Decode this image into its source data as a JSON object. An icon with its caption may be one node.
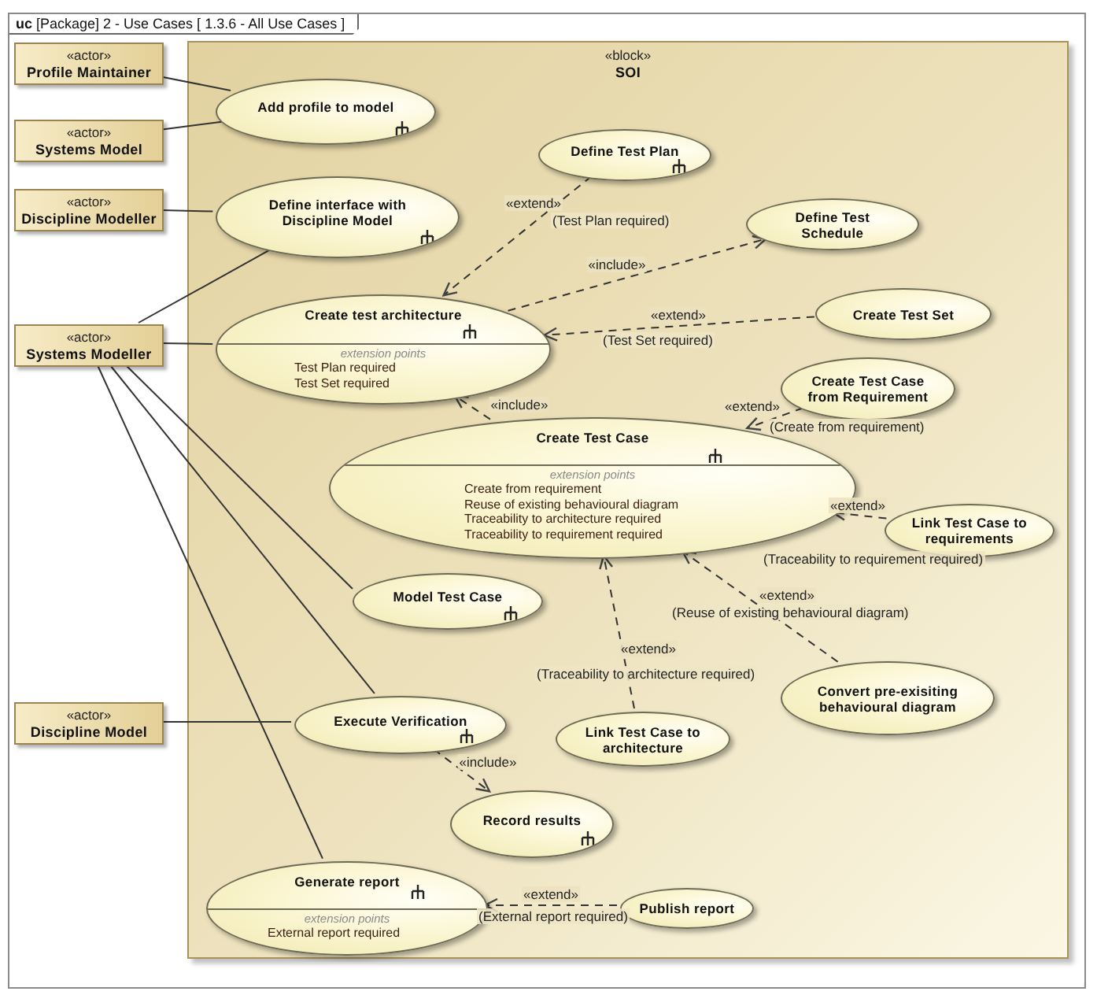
{
  "diagram": {
    "nodes": [
      {
        "text": [
          "**uc** [Package] 2 - Use Cases [ 1.3.6 - All Use Cases ]"
        ]
      },
      {
        "text": [
          "«block»",
          "SOI"
        ],
        "in": 0
      },
      {
        "text": [
          "«actor»",
          "Profile Maintainer"
        ],
        "in": 0
      },
      {
        "text": [
          "«actor»",
          "Systems Model"
        ],
        "in": 0
      },
      {
        "text": [
          "«actor»",
          "Discipline Modeller"
        ],
        "in": 0
      },
      {
        "text": [
          "«actor»",
          "Systems Modeller"
        ],
        "in": 0
      },
      {
        "text": [
          "«actor»",
          "Discipline Model"
        ],
        "in": 0
      },
      {
        "text": [
          "Add profile to model"
        ],
        "in": 1
      },
      {
        "text": [
          "Define Test Plan"
        ],
        "in": 1
      },
      {
        "text": [
          "Define interface with Discipline Model"
        ],
        "in": 1
      },
      {
        "text": [
          "Define Test Schedule"
        ],
        "in": 1
      },
      {
        "text": [
          "Create test architecture",
          "extension points",
          "Test Plan required",
          "Test Set required"
        ],
        "in": 1
      },
      {
        "text": [
          "Create Test Set"
        ],
        "in": 1
      },
      {
        "text": [
          "Create Test Case from Requirement"
        ],
        "in": 1
      },
      {
        "text": [
          "Create Test Case",
          "extension points",
          "Create from requirement",
          "Reuse of existing behavioural diagram",
          "Traceability to architecture required",
          "Traceability to requirement required"
        ],
        "in": 1
      },
      {
        "text": [
          "Link Test Case to requirements"
        ],
        "in": 1
      },
      {
        "text": [
          "Model Test Case"
        ],
        "in": 1
      },
      {
        "text": [
          "Convert pre-exisiting behavioural diagram"
        ],
        "in": 1
      },
      {
        "text": [
          "Execute Verification"
        ],
        "in": 1
      },
      {
        "text": [
          "Link Test Case to architecture"
        ],
        "in": 1
      },
      {
        "text": [
          "Record results"
        ],
        "in": 1
      },
      {
        "text": [
          "Generate report",
          "extension points",
          "External report required"
        ],
        "in": 1
      },
      {
        "text": [
          "Publish report"
        ],
        "in": 1
      }
    ],
    "edges": [
      {
        "from": 2,
        "to": 7,
        "arrow": "none"
      },
      {
        "from": 3,
        "to": 7,
        "arrow": "none"
      },
      {
        "from": 4,
        "to": 9,
        "arrow": "none"
      },
      {
        "from": 5,
        "to": 9,
        "arrow": "none"
      },
      {
        "from": 5,
        "to": 11,
        "arrow": "none"
      },
      {
        "from": 5,
        "to": 16,
        "arrow": "none"
      },
      {
        "from": 5,
        "to": 18,
        "arrow": "none"
      },
      {
        "from": 5,
        "to": 21,
        "arrow": "none"
      },
      {
        "from": 6,
        "to": 18,
        "arrow": "none"
      },
      {
        "from": 8,
        "to": 11,
        "arrow": "to",
        "style": "dashed",
        "label": "«extend»"
      },
      {
        "from": 11,
        "to": 10,
        "arrow": "to",
        "style": "dashed",
        "label": "«include»"
      },
      {
        "from": 12,
        "to": 11,
        "arrow": "to",
        "style": "dashed",
        "label": "«extend»"
      },
      {
        "from": 14,
        "to": 11,
        "arrow": "to",
        "style": "dashed",
        "label": "«include»"
      },
      {
        "from": 13,
        "to": 14,
        "arrow": "to",
        "style": "dashed",
        "label": "«extend»"
      },
      {
        "from": 15,
        "to": 14,
        "arrow": "to",
        "style": "dashed",
        "label": "«extend»"
      },
      {
        "from": 17,
        "to": 14,
        "arrow": "to",
        "style": "dashed",
        "label": "«extend»"
      },
      {
        "from": 19,
        "to": 14,
        "arrow": "to",
        "style": "dashed",
        "label": "«extend»"
      },
      {
        "from": 18,
        "to": 20,
        "arrow": "to",
        "style": "dashed",
        "label": "«include»"
      },
      {
        "from": 22,
        "to": 21,
        "arrow": "to",
        "style": "dashed",
        "label": "«extend»"
      }
    ],
    "labels": [
      "(Test Plan required)",
      "(Test Set required)",
      "(Create from requirement)",
      "(Traceability to requirement required)",
      "(Reuse of existing behavioural diagram)",
      "(Traceability to architecture required)",
      "(External report required)"
    ]
  }
}
